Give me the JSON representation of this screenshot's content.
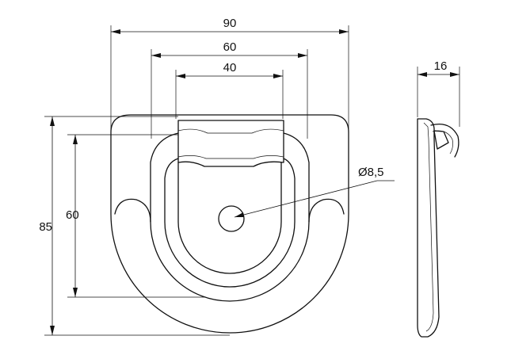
{
  "dimensions": {
    "width_overall": "90",
    "width_middle": "60",
    "width_inner": "40",
    "height_overall": "85",
    "height_inner": "60",
    "hole_diameter": "Ø8,5",
    "side_thickness": "16"
  }
}
